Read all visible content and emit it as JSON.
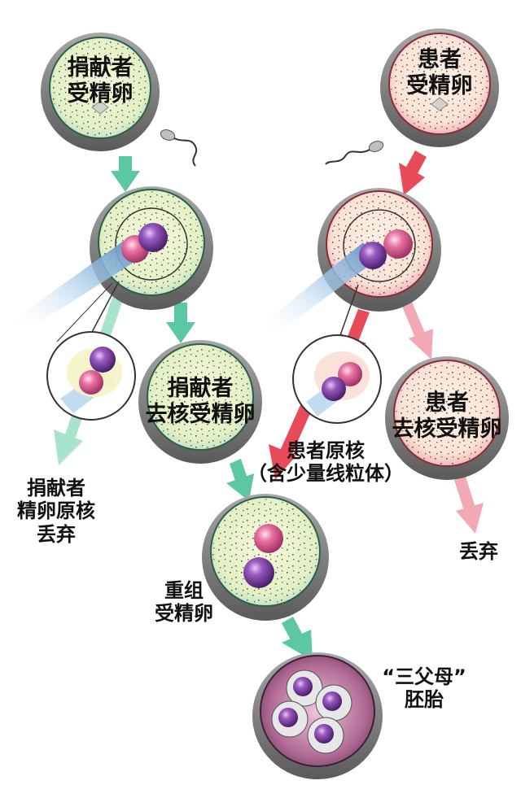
{
  "labels": {
    "donor_egg": [
      "捐献者",
      "受精卵"
    ],
    "patient_egg": [
      "患者",
      "受精卵"
    ],
    "donor_enucleated": [
      "捐献者",
      "去核受精卵"
    ],
    "patient_enucleated": [
      "患者",
      "去核受精卵"
    ],
    "patient_pronucleus": [
      "患者原核",
      "（含少量线粒体）"
    ],
    "donor_pronucleus_discard": [
      "捐献者",
      "精卵原核",
      "丢弃"
    ],
    "patient_discard": "丢弃",
    "reconstructed": [
      "重组",
      "受精卵"
    ],
    "embryo": [
      "“三父母”",
      "胚胎"
    ]
  },
  "colors": {
    "donor_arrow": "#5cc7a4",
    "donor_arrow_light": "#a8e3cc",
    "patient_arrow": "#e84a5a",
    "patient_arrow_light": "#f3a9b3",
    "donor_fill": "#e6f3c6",
    "patient_fill": "#fbe6d8",
    "patient_ring": "#e8a0a8",
    "dish_rim": "#8a8a8a",
    "nucleus_purple": "#7a3f9e",
    "nucleus_pink": "#e0679a"
  }
}
